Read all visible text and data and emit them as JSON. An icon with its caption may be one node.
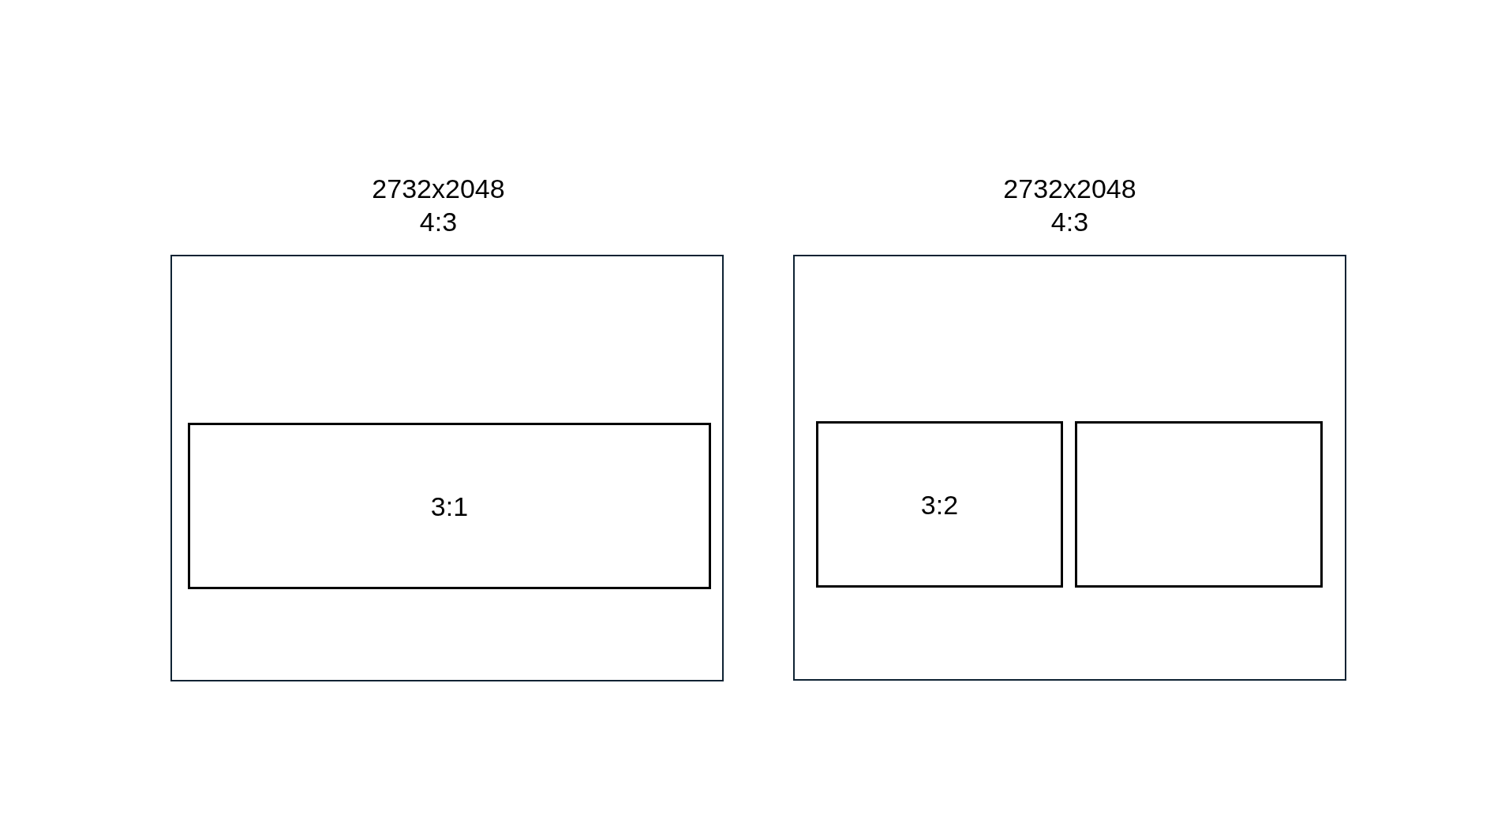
{
  "diagram": {
    "nodes": [
      {
        "text": [
          "2732x2048",
          "4:3"
        ]
      },
      {
        "text": [
          "3:1"
        ],
        "in": 0
      },
      {
        "text": [
          "2732x2048",
          "4:3"
        ]
      },
      {
        "text": [
          "3:2"
        ],
        "in": 2
      },
      {
        "text": [],
        "shape": "box",
        "in": 2
      }
    ]
  }
}
